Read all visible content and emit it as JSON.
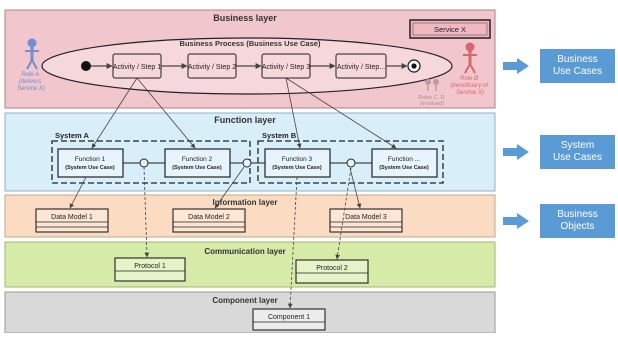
{
  "layers": {
    "business": "Business layer",
    "function": "Function layer",
    "information": "Information layer",
    "communication": "Communication layer",
    "component": "Component layer"
  },
  "business_process": {
    "title": "Business Process (Business Use Case)",
    "activities": [
      "Activity / Step 1",
      "Activity / Step 2",
      "Activity / Step 3",
      "Activity / Step..."
    ],
    "service": "Service X",
    "role_a": [
      "Role A",
      "(delivers",
      "Service X)"
    ],
    "role_b": [
      "Role B",
      "(beneficiary of",
      "Service X)"
    ],
    "role_cd": [
      "Roles C, D",
      "(involved)"
    ]
  },
  "systems": {
    "system_a": "System A",
    "system_b": "System B",
    "functions": [
      [
        "Function 1",
        "(System Use Case)"
      ],
      [
        "Function 2",
        "(System Use Case)"
      ],
      [
        "Function 3",
        "(System Use Case)"
      ],
      [
        "Function ...",
        "(System Use Case)"
      ]
    ]
  },
  "data_models": [
    "Data Model 1",
    "Data Model 2",
    "Data Model 3"
  ],
  "protocols": [
    "Protocol 1",
    "Protocol 2"
  ],
  "component": "Component 1",
  "side_labels": [
    [
      "Business",
      "Use Cases"
    ],
    [
      "System",
      "Use Cases"
    ],
    [
      "Business",
      "Objects"
    ]
  ],
  "colors": {
    "business_bg": "#f1c6cc",
    "function_bg": "#d8eef8",
    "information_bg": "#fbdcc2",
    "communication_bg": "#d6eba8",
    "component_bg": "#d9d9d9",
    "accent": "#5b9bd5"
  }
}
